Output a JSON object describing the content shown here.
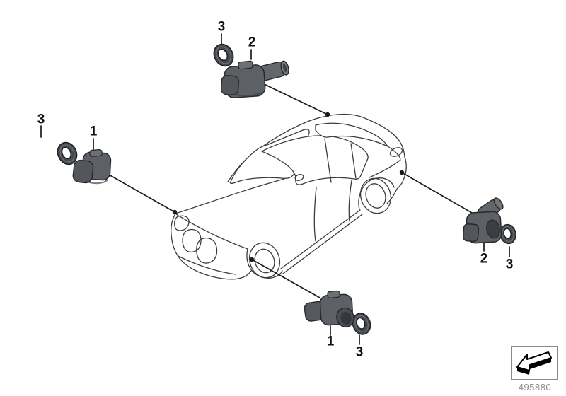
{
  "part_number": "495880",
  "callouts": {
    "top_ring": "3",
    "top_sensor": "2",
    "left_ring": "3",
    "left_sensor": "1",
    "right_sensor": "2",
    "right_ring": "3",
    "bottom_sensor": "1",
    "bottom_ring": "3"
  },
  "icons": {
    "direction_arrow": "direction-of-travel-arrow-icon"
  },
  "colors": {
    "car_line": "#3c3c3c",
    "leader_line": "#1a1a1a",
    "callout_text": "#111111",
    "sensor_body": "#5d6166",
    "sensor_face": "#3b3e42",
    "ring": "#46494d",
    "part_number_text": "#8d8d8d"
  }
}
